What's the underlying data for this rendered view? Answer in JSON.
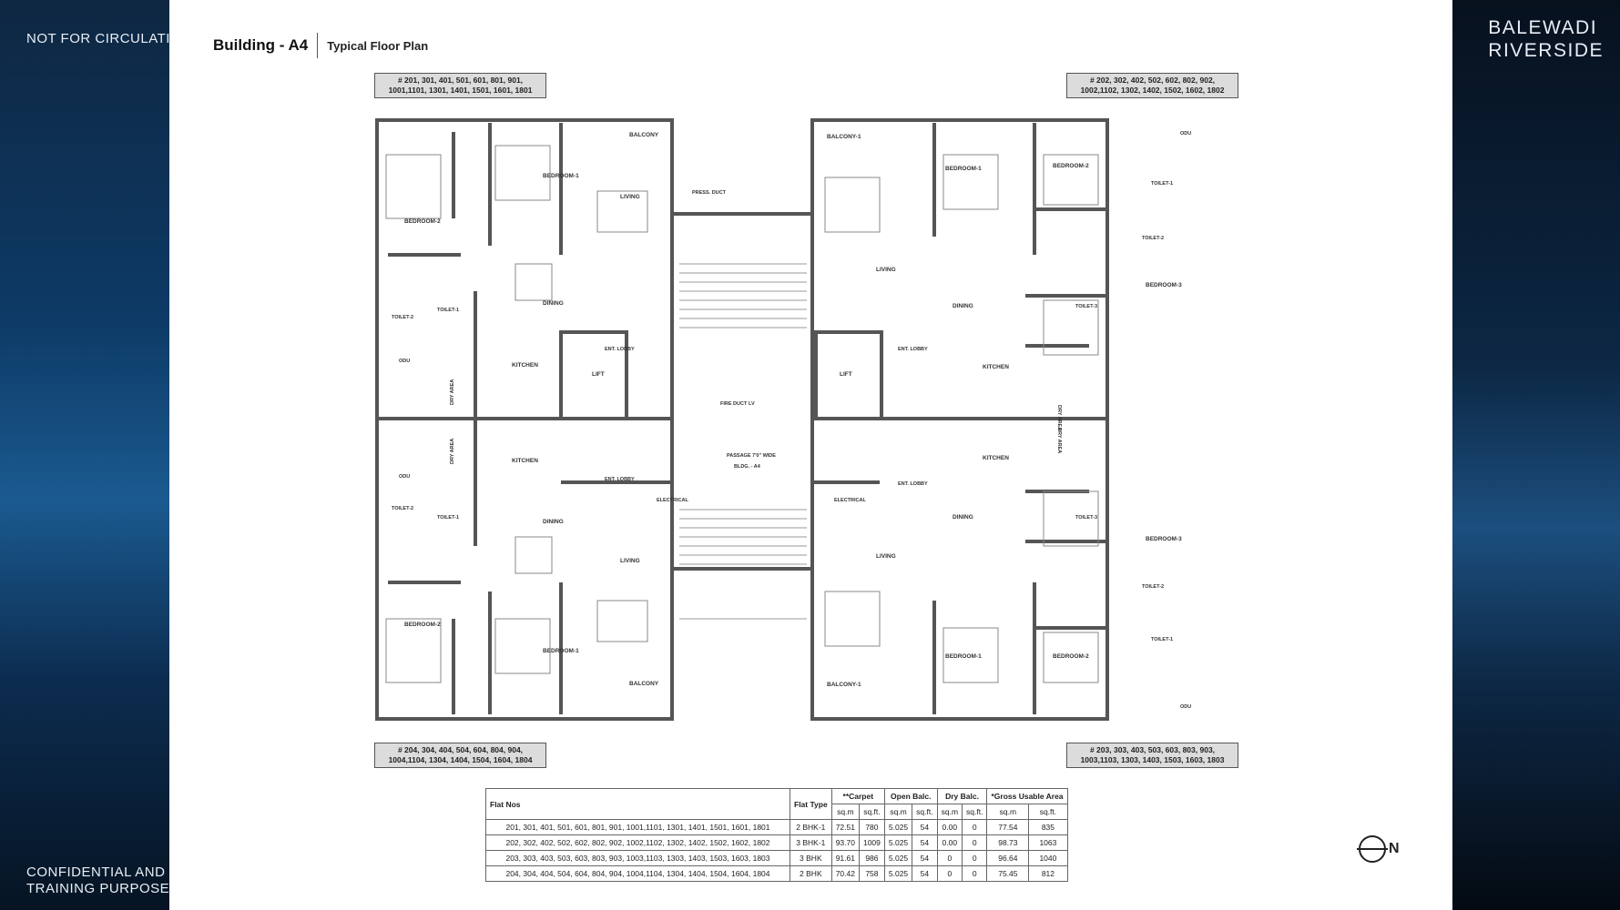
{
  "side": {
    "top_left": "NOT FOR CIRCULATION",
    "bottom_left_1": "CONFIDENTIAL AND",
    "bottom_left_2": "TRAINING PURPOSE"
  },
  "brand": {
    "line1": "BALEWADI",
    "line2": "RIVERSIDE"
  },
  "header": {
    "building": "Building - A4",
    "subtitle": "Typical Floor Plan"
  },
  "flat_tags": {
    "top_left": "# 201, 301, 401, 501, 601, 801, 901, 1001,1101, 1301, 1401, 1501, 1601, 1801",
    "top_right": "# 202, 302, 402, 502, 602, 802, 902, 1002,1102, 1302, 1402, 1502, 1602, 1802",
    "bottom_left": "# 204, 304, 404, 504, 604, 804, 904, 1004,1104, 1304, 1404, 1504, 1604, 1804",
    "bottom_right": "# 203, 303, 403, 503, 603, 803, 903, 1003,1103, 1303, 1403, 1503, 1603, 1803"
  },
  "rooms": {
    "balcony": "BALCONY",
    "balcony1": "BALCONY-1",
    "bedroom1": "BEDROOM-1",
    "bedroom2": "BEDROOM-2",
    "bedroom3": "BEDROOM-3",
    "living": "LIVING",
    "dining": "DINING",
    "kitchen": "KITCHEN",
    "toilet1": "TOILET-1",
    "toilet2": "TOILET-2",
    "toilet3": "TOILET-3",
    "dry_area": "DRY AREA",
    "ent_lobby": "ENT. LOBBY",
    "lift": "LIFT",
    "electrical": "ELECTRICAL",
    "press_duct": "PRESS. DUCT",
    "fire_duct": "FIRE DUCT",
    "lv": "LV",
    "odu": "ODU",
    "passage": "PASSAGE 7'0\" WIDE",
    "bldg": "BLDG. - A4"
  },
  "table": {
    "headers": [
      "Flat Nos",
      "Flat Type",
      "**Carpet",
      "Open Balc.",
      "Dry Balc.",
      "*Gross Usable Area"
    ],
    "units": [
      "sq.m",
      "sq.ft.",
      "sq.m",
      "sq.ft.",
      "sq.m",
      "sq.ft.",
      "sq.m",
      "sq.ft."
    ],
    "rows": [
      [
        "201, 301, 401, 501, 601, 801, 901, 1001,1101, 1301, 1401, 1501, 1601, 1801",
        "2 BHK-1",
        "72.51",
        "780",
        "5.025",
        "54",
        "0.00",
        "0",
        "77.54",
        "835"
      ],
      [
        "202, 302, 402, 502, 602, 802, 902, 1002,1102, 1302, 1402, 1502, 1602, 1802",
        "3 BHK-1",
        "93.70",
        "1009",
        "5.025",
        "54",
        "0.00",
        "0",
        "98.73",
        "1063"
      ],
      [
        "203, 303, 403, 503, 603, 803, 903, 1003,1103, 1303, 1403, 1503, 1603, 1803",
        "3 BHK",
        "91.61",
        "986",
        "5.025",
        "54",
        "0",
        "0",
        "96.64",
        "1040"
      ],
      [
        "204, 304, 404, 504, 604, 804, 904, 1004,1104, 1304, 1404, 1504, 1604, 1804",
        "2 BHK",
        "70.42",
        "758",
        "5.025",
        "54",
        "0",
        "0",
        "75.45",
        "812"
      ]
    ]
  },
  "north": "N"
}
